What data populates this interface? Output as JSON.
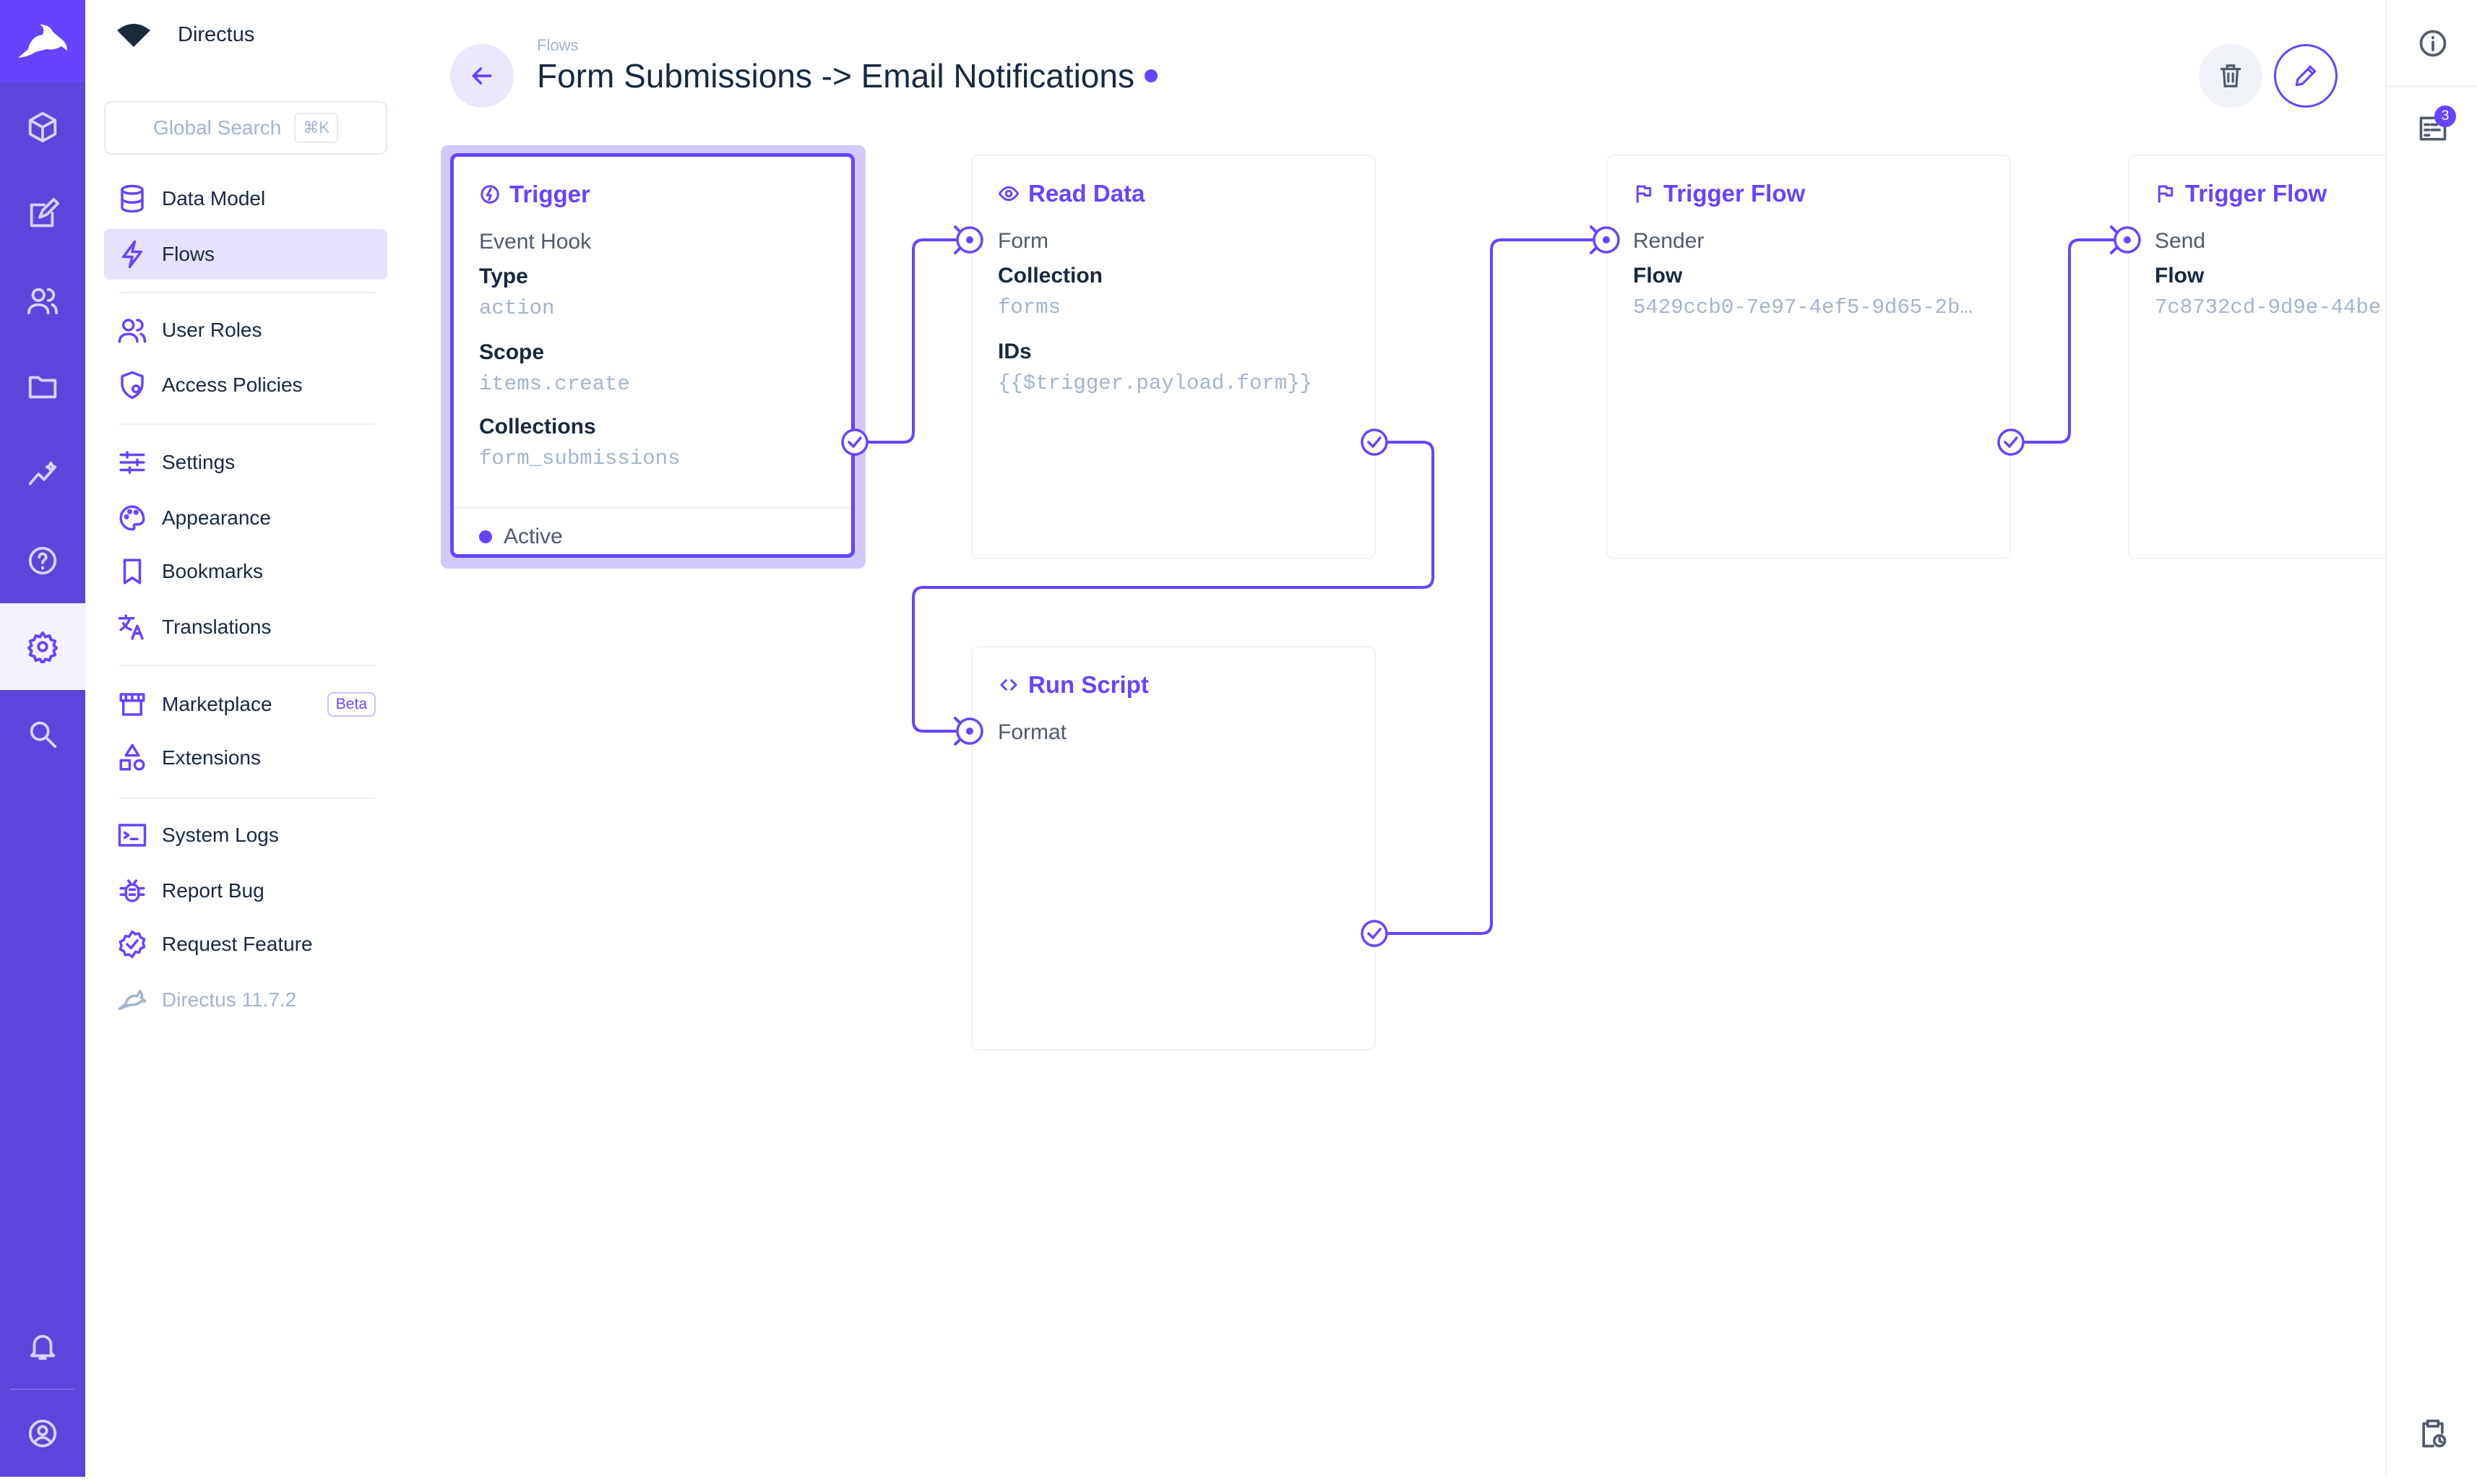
{
  "rail": {
    "items": [
      "content",
      "visual-editor",
      "users",
      "files",
      "insights",
      "help",
      "settings",
      "search"
    ],
    "active": "settings"
  },
  "nav": {
    "project": "Directus",
    "search": {
      "placeholder": "Global Search",
      "shortcut": "⌘K"
    },
    "items": [
      {
        "label": "Data Model",
        "icon": "database-icon"
      },
      {
        "label": "Flows",
        "icon": "bolt-icon",
        "active": true
      },
      {
        "label": "User Roles",
        "icon": "users-icon"
      },
      {
        "label": "Access Policies",
        "icon": "shield-icon"
      },
      {
        "label": "Settings",
        "icon": "sliders-icon"
      },
      {
        "label": "Appearance",
        "icon": "palette-icon"
      },
      {
        "label": "Bookmarks",
        "icon": "bookmark-icon"
      },
      {
        "label": "Translations",
        "icon": "translate-icon"
      },
      {
        "label": "Marketplace",
        "icon": "store-icon",
        "badge": "Beta"
      },
      {
        "label": "Extensions",
        "icon": "shapes-icon"
      },
      {
        "label": "System Logs",
        "icon": "terminal-icon"
      },
      {
        "label": "Report Bug",
        "icon": "bug-icon"
      },
      {
        "label": "Request Feature",
        "icon": "verified-icon"
      },
      {
        "label": "Directus 11.7.2",
        "icon": "directus-icon"
      }
    ]
  },
  "header": {
    "breadcrumb": "Flows",
    "title": "Form Submissions -> Email Notifications",
    "status_color": "#6644ff"
  },
  "right": {
    "logs_badge": "3"
  },
  "flow": {
    "trigger": {
      "title": "Trigger",
      "type_name": "Event Hook",
      "fields": [
        {
          "label": "Type",
          "value": "action"
        },
        {
          "label": "Scope",
          "value": "items.create"
        },
        {
          "label": "Collections",
          "value": "form_submissions"
        }
      ],
      "status": "Active"
    },
    "operations": [
      {
        "title": "Read Data",
        "name": "Form",
        "fields": [
          {
            "label": "Collection",
            "value": "forms"
          },
          {
            "label": "IDs",
            "value": "{{$trigger.payload.form}}"
          }
        ]
      },
      {
        "title": "Run Script",
        "name": "Format",
        "fields": []
      },
      {
        "title": "Trigger Flow",
        "name": "Render",
        "fields": [
          {
            "label": "Flow",
            "value": "5429ccb0-7e97-4ef5-9d65-2b…"
          }
        ]
      },
      {
        "title": "Trigger Flow",
        "name": "Send",
        "fields": [
          {
            "label": "Flow",
            "value": "7c8732cd-9d9e-44be"
          }
        ]
      }
    ]
  },
  "colors": {
    "accent": "#6644ff",
    "rail": "#5b45db"
  }
}
